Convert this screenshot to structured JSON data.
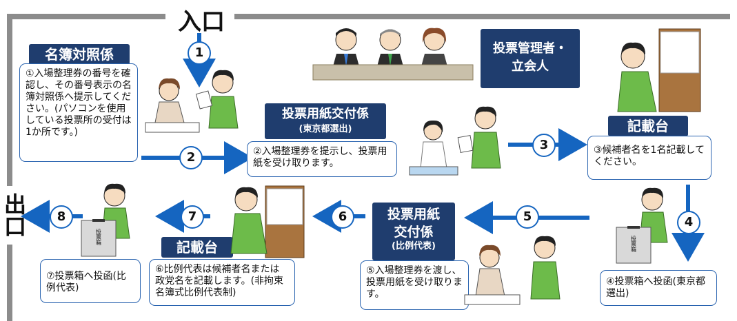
{
  "entrance_label": "入口",
  "exit_label": "出口",
  "step_numbers": [
    "1",
    "2",
    "3",
    "4",
    "5",
    "6",
    "7",
    "8"
  ],
  "stations": {
    "register_check": {
      "title": "名簿対照係",
      "description": "①入場整理券の番号を確認し、その番号表示の名簿対照係へ提示してください。(パソコンを使用している投票所の受付は1か所です。)"
    },
    "ballot_issue_tokyo": {
      "title": "投票用紙交付係",
      "subtitle": "(東京都選出)",
      "description": "②入場整理券を提示し、投票用紙を受け取ります。"
    },
    "supervisor": {
      "title": "投票管理者・立会人"
    },
    "writing_desk_1": {
      "title": "記載台",
      "description": "③候補者名を1名記載してください。"
    },
    "ballot_box_tokyo": {
      "description": "④投票箱へ投函(東京都選出)",
      "box_label": "投票箱"
    },
    "ballot_issue_pr": {
      "title": "投票用紙交付係",
      "subtitle": "(比例代表)",
      "description": "⑤入場整理券を渡し、投票用紙を受け取ります。"
    },
    "writing_desk_2": {
      "title": "記載台",
      "description": "⑥比例代表は候補者名または政党名を記載します。(非拘束名簿式比例代表制)"
    },
    "ballot_box_pr": {
      "description": "⑦投票箱へ投函(比例代表)",
      "box_label": "投票箱"
    }
  },
  "colors": {
    "label_bg": "#1f3d6e",
    "arrow": "#1565c0",
    "box_border": "#2a64b0",
    "wall": "#8c8c8c",
    "shirt": "#6dbb4a",
    "booth": "#a9743f"
  }
}
